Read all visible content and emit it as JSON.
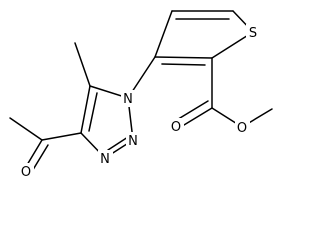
{
  "structure": {
    "atoms": {
      "sulfur": "S",
      "triazole_n1": "N",
      "triazole_n2": "N",
      "triazole_n3": "N",
      "acetyl_o": "O",
      "ester_carbonyl_o": "O",
      "ester_ether_o": "O"
    }
  },
  "colors": {
    "bond": "#000000",
    "label": "#000000",
    "background": "#ffffff"
  }
}
